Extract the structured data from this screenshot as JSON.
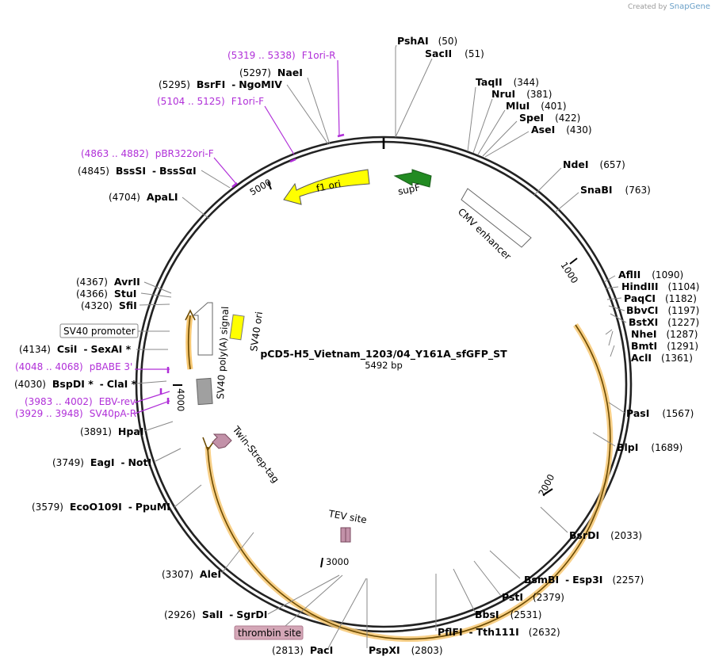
{
  "credit": {
    "prefix": "Created by",
    "brand": "SnapGene"
  },
  "plasmid": {
    "name": "pCD5-H5_Vietnam_1203/04_Y161A_sfGFP_ST",
    "length_label": "5492 bp"
  },
  "ticks": [
    "1000",
    "2000",
    "3000",
    "4000",
    "5000"
  ],
  "sites": [
    {
      "name": "PshAI",
      "pos": "(50)"
    },
    {
      "name": "SacII",
      "pos": "(51)"
    },
    {
      "name": "TaqII",
      "pos": "(344)"
    },
    {
      "name": "NruI",
      "pos": "(381)"
    },
    {
      "name": "MluI",
      "pos": "(401)"
    },
    {
      "name": "SpeI",
      "pos": "(422)"
    },
    {
      "name": "AseI",
      "pos": "(430)"
    },
    {
      "name": "NdeI",
      "pos": "(657)"
    },
    {
      "name": "SnaBI",
      "pos": "(763)"
    },
    {
      "name": "AflII",
      "pos": "(1090)"
    },
    {
      "name": "HindIII",
      "pos": "(1104)"
    },
    {
      "name": "PaqCI",
      "pos": "(1182)"
    },
    {
      "name": "BbvCI",
      "pos": "(1197)"
    },
    {
      "name": "BstXI",
      "pos": "(1227)"
    },
    {
      "name": "NheI",
      "pos": "(1287)"
    },
    {
      "name": "BmtI",
      "pos": "(1291)"
    },
    {
      "name": "AclI",
      "pos": "(1361)"
    },
    {
      "name": "PasI",
      "pos": "(1567)"
    },
    {
      "name": "BlpI",
      "pos": "(1689)"
    },
    {
      "name": "BsrDI",
      "pos": "(2033)"
    },
    {
      "name": "BsmBI",
      "name2": "Esp3I",
      "pos": "(2257)"
    },
    {
      "name": "PstI",
      "pos": "(2379)"
    },
    {
      "name": "BbsI",
      "pos": "(2531)"
    },
    {
      "name": "PflFI",
      "name2": "Tth111I",
      "pos": "(2632)"
    },
    {
      "name": "PspXI",
      "pos": "(2803)"
    },
    {
      "name": "PacI",
      "pos": "(2813)"
    },
    {
      "name": "SalI",
      "name2": "SgrDI",
      "pos": "(2926)"
    },
    {
      "name": "AleI",
      "pos": "(3307)"
    },
    {
      "name": "EcoO109I",
      "name2": "PpuMI",
      "pos": "(3579)"
    },
    {
      "name": "EagI",
      "name2": "NotI",
      "pos": "(3749)"
    },
    {
      "name": "HpaI",
      "pos": "(3891)"
    },
    {
      "name": "BspDI *",
      "name2": "ClaI *",
      "pos": "(4030)"
    },
    {
      "name": "CsiI",
      "name2": "SexAI *",
      "pos": "(4134)"
    },
    {
      "name": "SfiI",
      "pos": "(4320)"
    },
    {
      "name": "StuI",
      "pos": "(4366)"
    },
    {
      "name": "AvrII",
      "pos": "(4367)"
    },
    {
      "name": "ApaLI",
      "pos": "(4704)"
    },
    {
      "name": "BssSI",
      "name2": "BssSαI",
      "pos": "(4845)"
    },
    {
      "name": "BsrFI",
      "name2": "NgoMIV",
      "pos": "(5295)"
    },
    {
      "name": "NaeI",
      "pos": "(5297)"
    }
  ],
  "primers": [
    {
      "range": "(5319 .. 5338)",
      "name": "F1ori-R"
    },
    {
      "range": "(5104 .. 5125)",
      "name": "F1ori-F"
    },
    {
      "range": "(4863 .. 4882)",
      "name": "pBR322ori-F"
    },
    {
      "range": "(4048 .. 4068)",
      "name": "pBABE 3'"
    },
    {
      "range": "(3983 .. 4002)",
      "name": "EBV-rev"
    },
    {
      "range": "(3929 .. 3948)",
      "name": "SV40pA-R"
    }
  ],
  "features": {
    "f1_ori": "f1 ori",
    "supF": "supF",
    "cmv": "CMV enhancer",
    "sv40_polya": "SV40 poly(A) signal",
    "sv40_ori": "SV40 ori",
    "sv40_promoter": "SV40 promoter",
    "twin_strep": "Twin-Strep-tag",
    "tev": "TEV site",
    "thrombin": "thrombin site"
  },
  "colors": {
    "f1_ori": "#ffff00",
    "supF": "#228b22",
    "sv40_ori": "#ffff00",
    "sv40_pa": "#a0a0a0",
    "orf_highlight": "#f7c873",
    "tag": "#c291a8",
    "primer": "#b02fd8"
  }
}
